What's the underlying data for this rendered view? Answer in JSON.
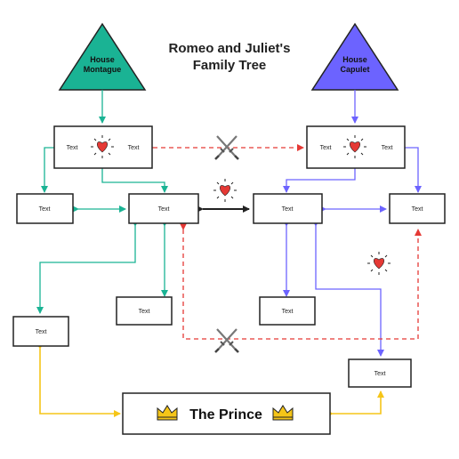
{
  "title": {
    "line1": "Romeo and Juliet's",
    "line2": "Family Tree"
  },
  "houses": {
    "montague": {
      "line1": "House",
      "line2": "Montague",
      "color": "#1ab394"
    },
    "capulet": {
      "line1": "House",
      "line2": "Capulet",
      "color": "#6c63ff"
    }
  },
  "couples": {
    "montague": {
      "left": "Text",
      "right": "Text",
      "icon": "heart-icon"
    },
    "capulet": {
      "left": "Text",
      "right": "Text",
      "icon": "heart-icon"
    }
  },
  "boxes": {
    "montague_left": "Text",
    "romeo": "Text",
    "juliet": "Text",
    "capulet_right": "Text",
    "montague_child": "Text",
    "capulet_child": "Text",
    "benvolio": "Text",
    "tybalt": "Text"
  },
  "prince": {
    "label": "The Prince",
    "icon": "crown-icon"
  },
  "colors": {
    "montague": "#1ab394",
    "capulet": "#6c63ff",
    "feud": "#e53935",
    "prince": "#f5c518",
    "love": "#222222",
    "heart": "#e53935"
  },
  "icons": {
    "feud": "crossed-swords-icon",
    "love": "heart-icon"
  }
}
